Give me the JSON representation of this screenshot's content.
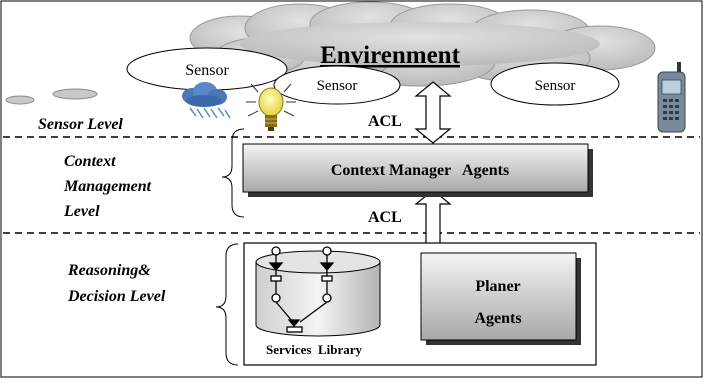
{
  "title": "Envirenment",
  "sensors": [
    "Sensor",
    "Sensor",
    "Sensor"
  ],
  "levels": {
    "sensor": "Sensor Level",
    "context": [
      "Context",
      "Management",
      "Level"
    ],
    "reasoning": [
      "Reasoning&",
      "Decision Level"
    ]
  },
  "acl_labels": [
    "ACL",
    "ACL"
  ],
  "context_manager": "Context Manager   Agents",
  "planer": [
    "Planer",
    "Agents"
  ],
  "services_library": "Services  Library",
  "colors": {
    "cloud_fill": "#c8c8c8",
    "box_gradient_top": "#f4f4f4",
    "box_gradient_bottom": "#a8a8a8",
    "line": "#000000"
  },
  "icons": [
    "rain-cloud-icon",
    "light-bulb-icon",
    "mobile-phone-icon",
    "workflow-icon"
  ]
}
